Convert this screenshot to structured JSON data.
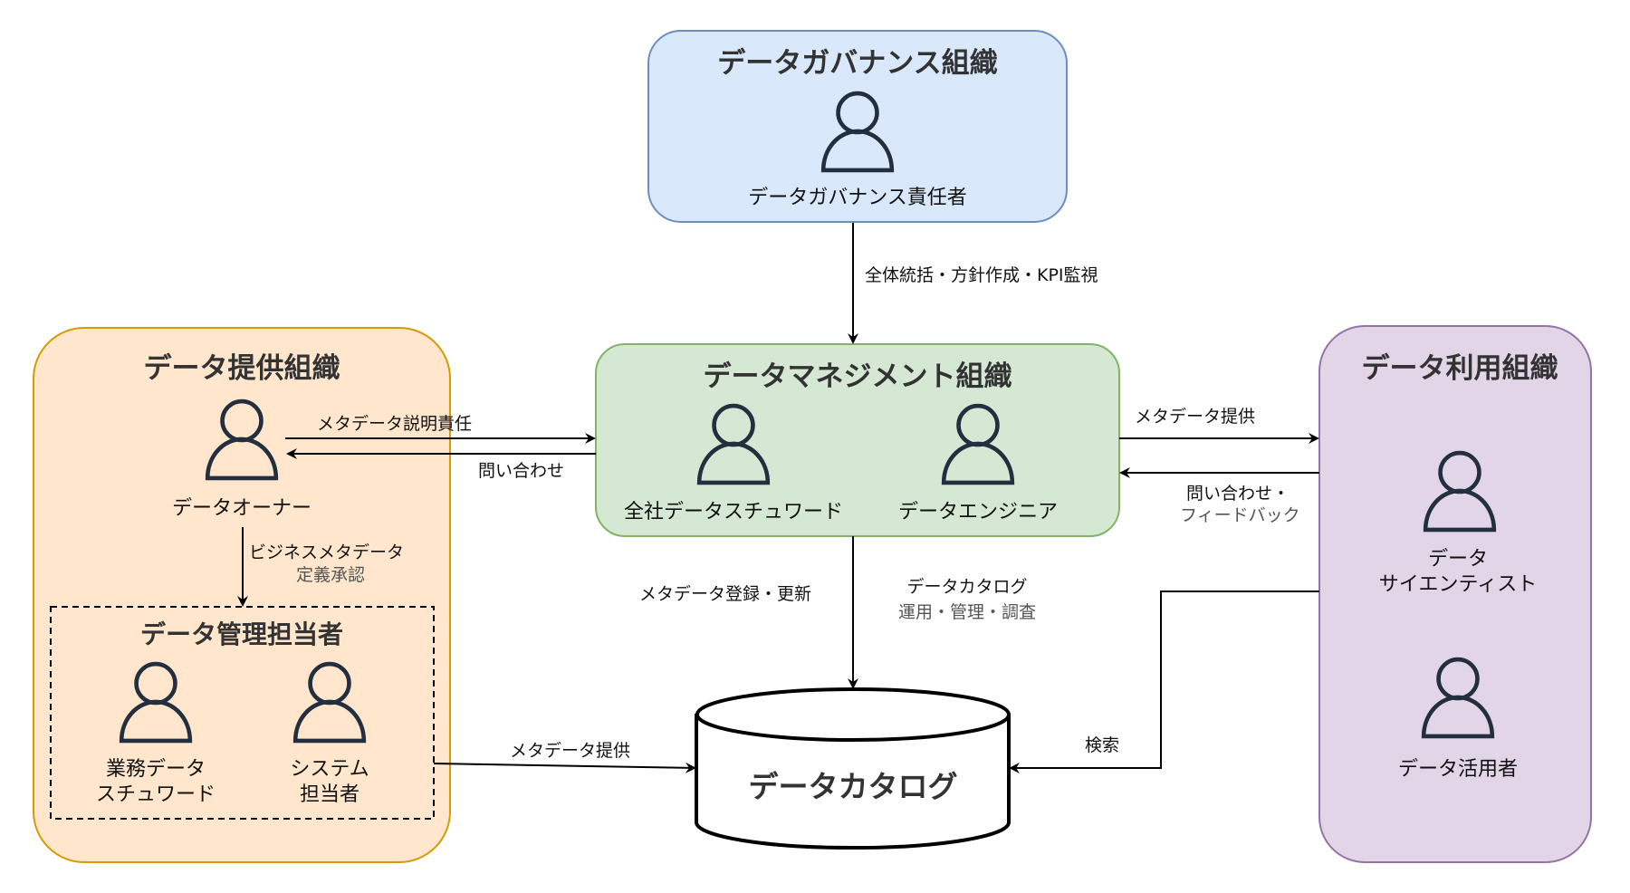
{
  "orgs": {
    "governance": {
      "title": "データガバナンス組織",
      "roles": [
        "データガバナンス責任者"
      ],
      "colors": {
        "fill": "#dae8fc",
        "stroke": "#6c8ebf"
      }
    },
    "management": {
      "title": "データマネジメント組織",
      "roles": [
        "全社データスチュワード",
        "データエンジニア"
      ],
      "colors": {
        "fill": "#d5e8d4",
        "stroke": "#82b366"
      }
    },
    "provider": {
      "title": "データ提供組織",
      "roles": [
        "データオーナー"
      ],
      "subgroup": {
        "title": "データ管理担当者",
        "roles": [
          {
            "line1": "業務データ",
            "line2": "スチュワード"
          },
          {
            "line1": "システム",
            "line2": "担当者"
          }
        ]
      },
      "colors": {
        "fill": "#ffe6cc",
        "stroke": "#d79b00"
      }
    },
    "consumer": {
      "title": "データ利用組織",
      "roles": [
        {
          "line1": "データ",
          "line2": "サイエンティスト"
        },
        {
          "line1": "データ活用者",
          "line2": ""
        }
      ],
      "colors": {
        "fill": "#e1d5e7",
        "stroke": "#9673a6"
      }
    }
  },
  "catalog": {
    "label": "データカタログ"
  },
  "edges": {
    "governance_to_management": "全体統括・方針作成・KPI監視",
    "owner_to_management": "メタデータ説明責任",
    "management_to_owner": "問い合わせ",
    "management_to_consumer": "メタデータ提供",
    "consumer_to_management": {
      "line1": "問い合わせ・",
      "line2": "フィードバック"
    },
    "owner_to_stewards": {
      "line1": "ビジネスメタデータ",
      "line2": "定義承認"
    },
    "management_to_catalog_left": "メタデータ登録・更新",
    "management_to_catalog_right": {
      "line1": "データカタログ",
      "line2": "運用・管理・調査"
    },
    "stewards_to_catalog": "メタデータ提供",
    "consumer_to_catalog": "検索"
  }
}
